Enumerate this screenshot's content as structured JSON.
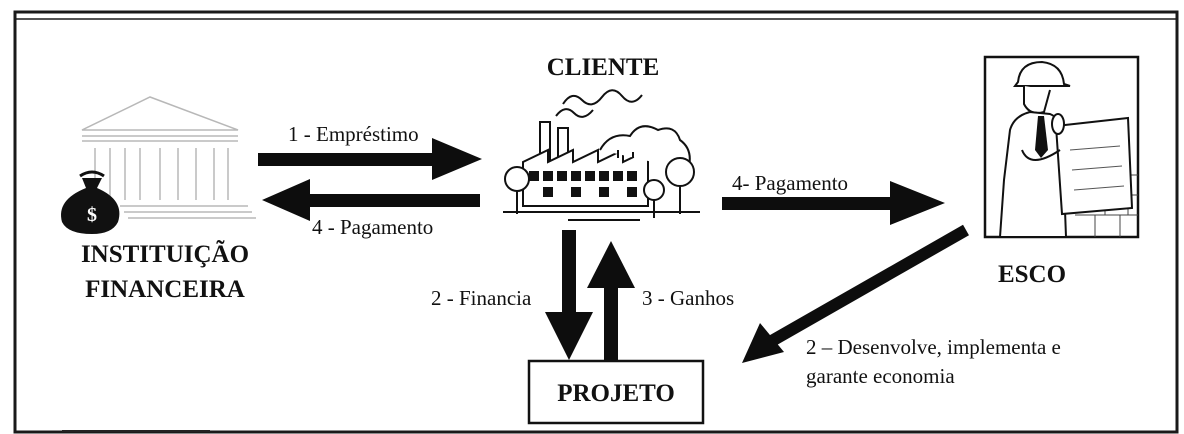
{
  "nodes": {
    "cliente": "CLIENTE",
    "instituicao_line1": "INSTITUIÇÃO",
    "instituicao_line2": "FINANCEIRA",
    "esco": "ESCO",
    "projeto": "PROJETO"
  },
  "edges": {
    "emprestimo": "1 - Empréstimo",
    "pagamento_banco": "4 - Pagamento",
    "pagamento_esco": "4- Pagamento",
    "financia": "2 - Financia",
    "ganhos": "3 - Ganhos",
    "desenvolve_line1": "2 – Desenvolve, implementa e",
    "desenvolve_line2": "garante economia"
  },
  "icons": {
    "bank": "bank-building-icon",
    "money": "money-bag-icon",
    "factory": "factory-icon",
    "engineer": "engineer-icon"
  },
  "money_symbol": "$",
  "colors": {
    "ink": "#111111",
    "arrow": "#0d0d0d",
    "frame": "#1a1a1a",
    "bank_gray": "#9a9a9a"
  }
}
